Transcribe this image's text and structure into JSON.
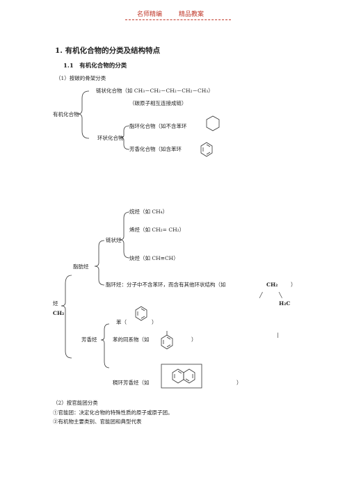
{
  "header": {
    "left": "名师精编",
    "right": "精品教案"
  },
  "section_1": {
    "title": "1. 有机化合物的分类及结构特点",
    "sub_1_1": "1.1　有机化合物的分类",
    "by_skeleton": "（1）按碳的骨架分类",
    "chain_compound": "链状化合物（如 CH₃－CH₂－CH₂－CH₂－CH₃）",
    "chain_note": "（碳原子相互连接成链）",
    "organic_compound": "有机化合物",
    "alicyclic": "脂环化合物（如不含苯环",
    "cyclic": "环状化合物",
    "aromatic": "芳香化合物（如含苯环"
  },
  "hydrocarbons": {
    "alkane": "烷烃（如 CH₄）",
    "alkene": "烯烃（如 CH₂= CH₂）",
    "chain_hc": "链状烃",
    "alkyne": "炔烃（如 CH≡CH）",
    "aliphatic": "脂肪烃",
    "alicyclic_hc": "脂环烃：分子中不含苯环，而含有其他环状结构（如",
    "ch2_a": "CH₂",
    "close_paren": "）",
    "slash": "╱",
    "backslash": "╲",
    "h2c": "H₂C",
    "hydrocarbon": "烃",
    "ch2_b": "CH₂",
    "benzene": "苯（",
    "benzene_close": "）",
    "pipe": "|",
    "aromatic_hc": "芳香烃",
    "homologs": "苯的同系物（如",
    "homologs_close": "）",
    "fused": "稠环芳香烃（如",
    "fused_close": "）"
  },
  "section_2": {
    "by_group": "（2）按官能团分类",
    "functional_group": "①官能团：决定化合物的特殊性质的原子或原子团。",
    "main_classes": "②有机物主要类别、官能团和典型代表"
  }
}
